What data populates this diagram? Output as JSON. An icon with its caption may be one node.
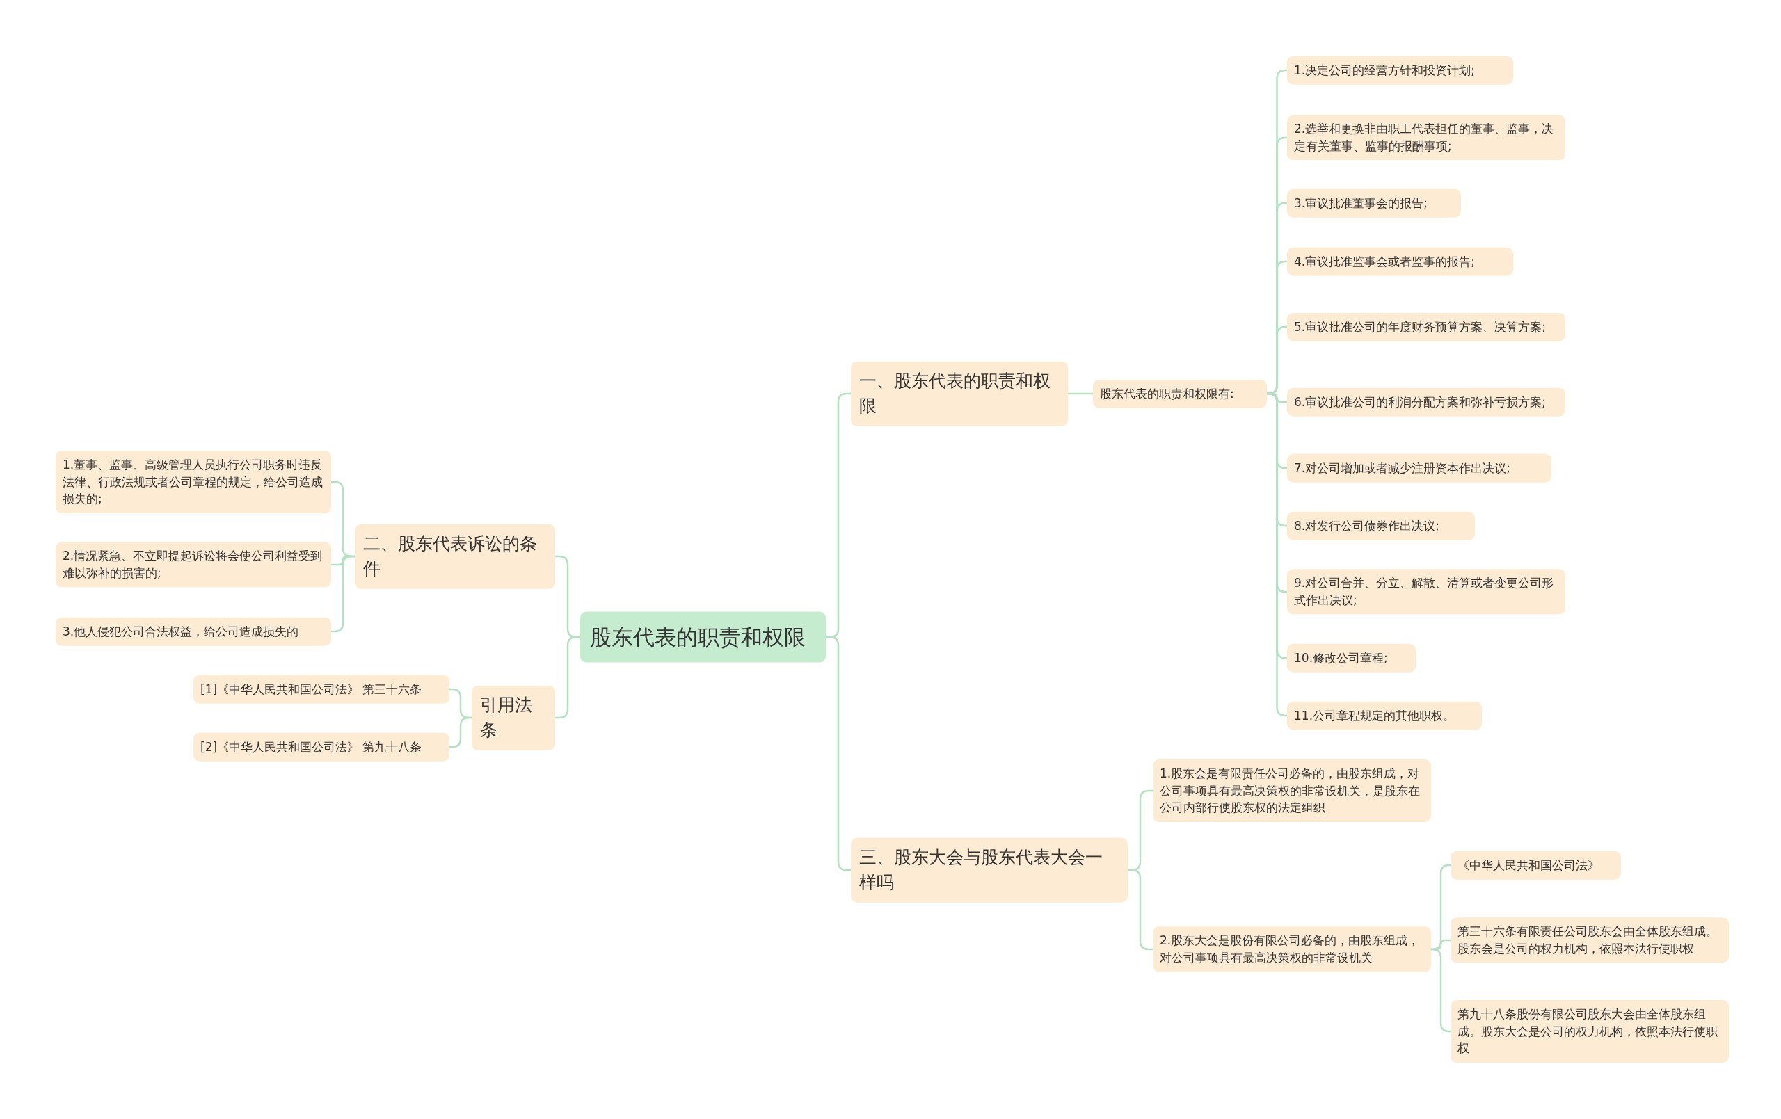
{
  "diagram": {
    "nodes": [
      {
        "text": [
          "股东代表的职责和权限"
        ]
      },
      {
        "text": [
          "一、股东代表的职责和权限"
        ]
      },
      {
        "text": [
          "股东代表的职责和权限有:"
        ]
      },
      {
        "text": [
          "1.决定公司的经营方针和投资计划;"
        ]
      },
      {
        "text": [
          "2.选举和更换非由职工代表担任的董事、监事，决定有关董事、监事的报酬事项;"
        ]
      },
      {
        "text": [
          "3.审议批准董事会的报告;"
        ]
      },
      {
        "text": [
          "4.审议批准监事会或者监事的报告;"
        ]
      },
      {
        "text": [
          "5.审议批准公司的年度财务预算方案、决算方案;"
        ]
      },
      {
        "text": [
          "6.审议批准公司的利润分配方案和弥补亏损方案;"
        ]
      },
      {
        "text": [
          "7.对公司增加或者减少注册资本作出决议;"
        ]
      },
      {
        "text": [
          "8.对发行公司债券作出决议;"
        ]
      },
      {
        "text": [
          "9.对公司合并、分立、解散、清算或者变更公司形式作出决议;"
        ]
      },
      {
        "text": [
          "10.修改公司章程;"
        ]
      },
      {
        "text": [
          "11.公司章程规定的其他职权。"
        ]
      },
      {
        "text": [
          "三、股东大会与股东代表大会一样吗"
        ]
      },
      {
        "text": [
          "1.股东会是有限责任公司必备的，由股东组成，对公司事项具有最高决策权的非常设机关，是股东在公司内部行使股东权的法定组织"
        ]
      },
      {
        "text": [
          "2.股东大会是股份有限公司必备的，由股东组成，对公司事项具有最高决策权的非常设机关"
        ]
      },
      {
        "text": [
          "《中华人民共和国公司法》"
        ]
      },
      {
        "text": [
          "第三十六条有限责任公司股东会由全体股东组成。股东会是公司的权力机构，依照本法行使职权"
        ]
      },
      {
        "text": [
          "第九十八条股份有限公司股东大会由全体股东组成。股东大会是公司的权力机构，依照本法行使职权"
        ]
      },
      {
        "text": [
          "二、股东代表诉讼的条件"
        ]
      },
      {
        "text": [
          "1.董事、监事、高级管理人员执行公司职务时违反法律、行政法规或者公司章程的规定，给公司造成损失的;"
        ]
      },
      {
        "text": [
          "2.情况紧急、不立即提起诉讼将会使公司利益受到难以弥补的损害的;"
        ]
      },
      {
        "text": [
          "3.他人侵犯公司合法权益，给公司造成损失的"
        ]
      },
      {
        "text": [
          "引用法条"
        ]
      },
      {
        "text": [
          "[1]《中华人民共和国公司法》 第三十六条"
        ]
      },
      {
        "text": [
          "[2]《中华人民共和国公司法》 第九十八条"
        ]
      }
    ],
    "edges": [
      {
        "from": 0,
        "to": 1,
        "arrow": "none"
      },
      {
        "from": 1,
        "to": 2,
        "arrow": "none"
      },
      {
        "from": 2,
        "to": 3,
        "arrow": "none"
      },
      {
        "from": 2,
        "to": 4,
        "arrow": "none"
      },
      {
        "from": 2,
        "to": 5,
        "arrow": "none"
      },
      {
        "from": 2,
        "to": 6,
        "arrow": "none"
      },
      {
        "from": 2,
        "to": 7,
        "arrow": "none"
      },
      {
        "from": 2,
        "to": 8,
        "arrow": "none"
      },
      {
        "from": 2,
        "to": 9,
        "arrow": "none"
      },
      {
        "from": 2,
        "to": 10,
        "arrow": "none"
      },
      {
        "from": 2,
        "to": 11,
        "arrow": "none"
      },
      {
        "from": 2,
        "to": 12,
        "arrow": "none"
      },
      {
        "from": 2,
        "to": 13,
        "arrow": "none"
      },
      {
        "from": 0,
        "to": 14,
        "arrow": "none"
      },
      {
        "from": 14,
        "to": 15,
        "arrow": "none"
      },
      {
        "from": 14,
        "to": 16,
        "arrow": "none"
      },
      {
        "from": 16,
        "to": 17,
        "arrow": "none"
      },
      {
        "from": 16,
        "to": 18,
        "arrow": "none"
      },
      {
        "from": 16,
        "to": 19,
        "arrow": "none"
      },
      {
        "from": 0,
        "to": 20,
        "arrow": "none"
      },
      {
        "from": 20,
        "to": 21,
        "arrow": "none"
      },
      {
        "from": 20,
        "to": 22,
        "arrow": "none"
      },
      {
        "from": 20,
        "to": 23,
        "arrow": "none"
      },
      {
        "from": 0,
        "to": 24,
        "arrow": "none"
      },
      {
        "from": 24,
        "to": 25,
        "arrow": "none"
      },
      {
        "from": 24,
        "to": 26,
        "arrow": "none"
      }
    ]
  }
}
